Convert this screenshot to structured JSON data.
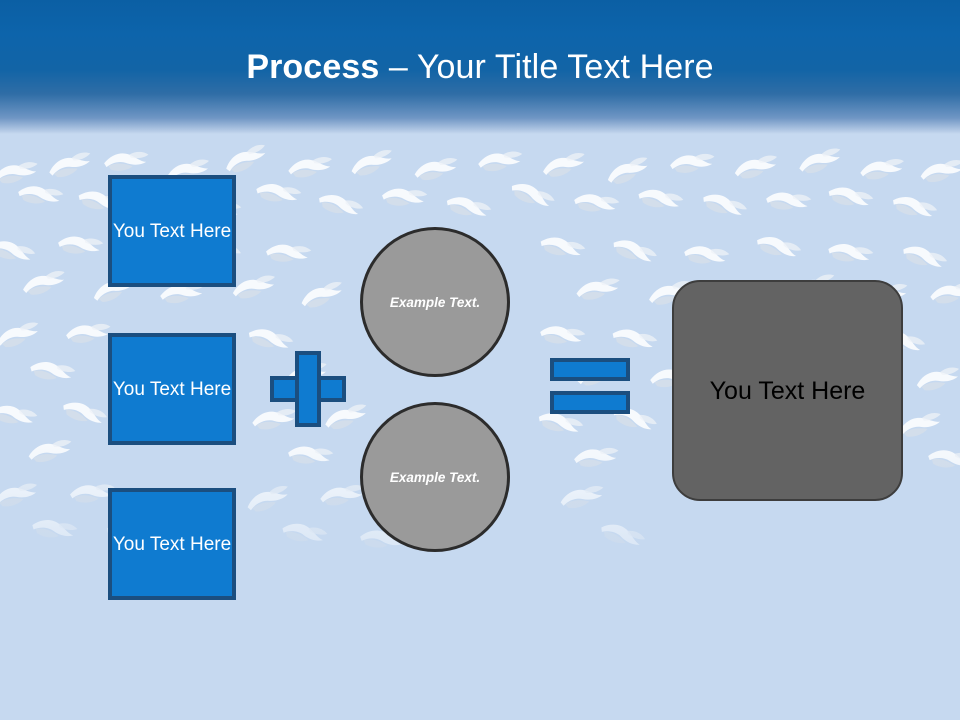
{
  "slide": {
    "title_strong": "Process",
    "title_rest": " – Your Title Text Here",
    "background_color": "#c6d9f0",
    "header_color": "#0d64ab",
    "accent_blue": "#0f7bd0",
    "accent_blue_border": "#1b4e7f",
    "gray_circle_fill": "#9a9a9a",
    "result_fill": "#636363"
  },
  "inputs": [
    {
      "label": "You Text Here"
    },
    {
      "label": "You Text Here"
    },
    {
      "label": "You Text Here"
    }
  ],
  "operators": {
    "plus": "+",
    "equals": "="
  },
  "modifiers": [
    {
      "label": "Example Text."
    },
    {
      "label": "Example Text."
    }
  ],
  "result": {
    "label": "You Text Here"
  }
}
